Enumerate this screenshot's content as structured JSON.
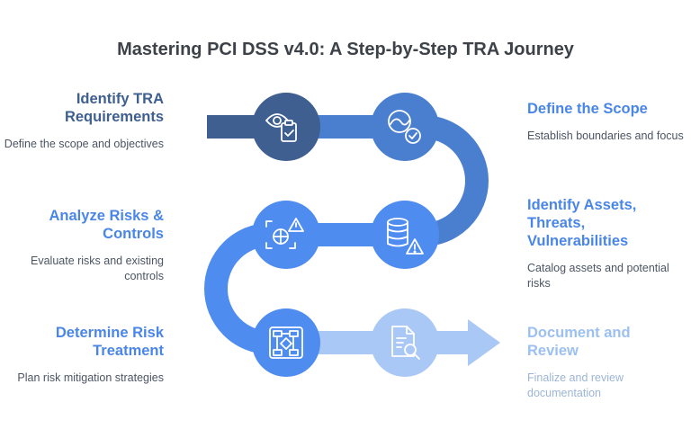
{
  "title": "Mastering PCI DSS v4.0: A Step-by-Step TRA Journey",
  "colors": {
    "dark": "#3e5f8f",
    "mid": "#4a7fd0",
    "bright": "#4f8cf0",
    "light": "#a9c8f5",
    "heading_blue": "#4a86e8",
    "heading_dark": "#3e5f8f",
    "heading_light": "#9cc0f2"
  },
  "steps": [
    {
      "heading": "Identify TRA Requirements",
      "description": "Define the scope and objectives",
      "icon": "eye-clipboard-icon"
    },
    {
      "heading": "Define the Scope",
      "description": "Establish boundaries and focus",
      "icon": "target-check-icon"
    },
    {
      "heading": "Identify Assets, Threats, Vulnerabilities",
      "description": "Catalog assets and potential risks",
      "icon": "database-warning-icon"
    },
    {
      "heading": "Analyze Risks & Controls",
      "description": "Evaluate risks and existing controls",
      "icon": "scan-warning-icon"
    },
    {
      "heading": "Determine Risk Treatment",
      "description": "Plan risk mitigation strategies",
      "icon": "flowchart-icon"
    },
    {
      "heading": "Document and Review",
      "description": "Finalize and review documentation",
      "icon": "document-search-icon"
    }
  ]
}
